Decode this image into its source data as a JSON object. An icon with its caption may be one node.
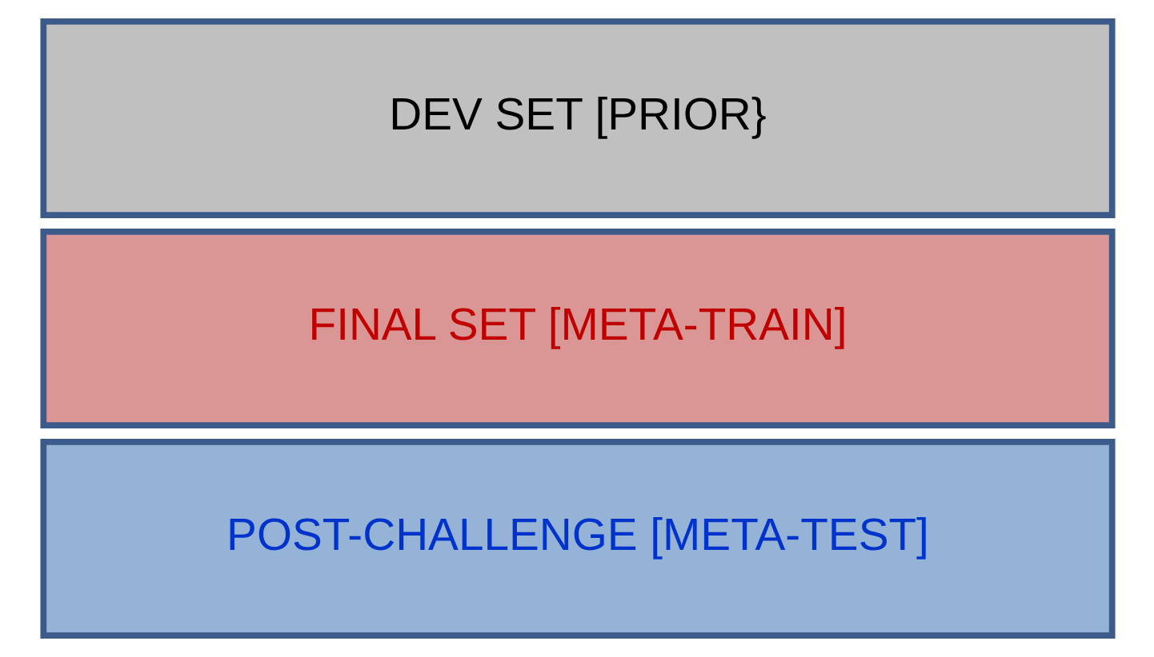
{
  "diagram": {
    "nodes": [
      {
        "text": [
          "DEV SET [PRIOR}"
        ]
      },
      {
        "text": [
          "FINAL SET [META-TRAIN]"
        ]
      },
      {
        "text": [
          "POST-CHALLENGE [META-TEST]"
        ]
      }
    ]
  }
}
